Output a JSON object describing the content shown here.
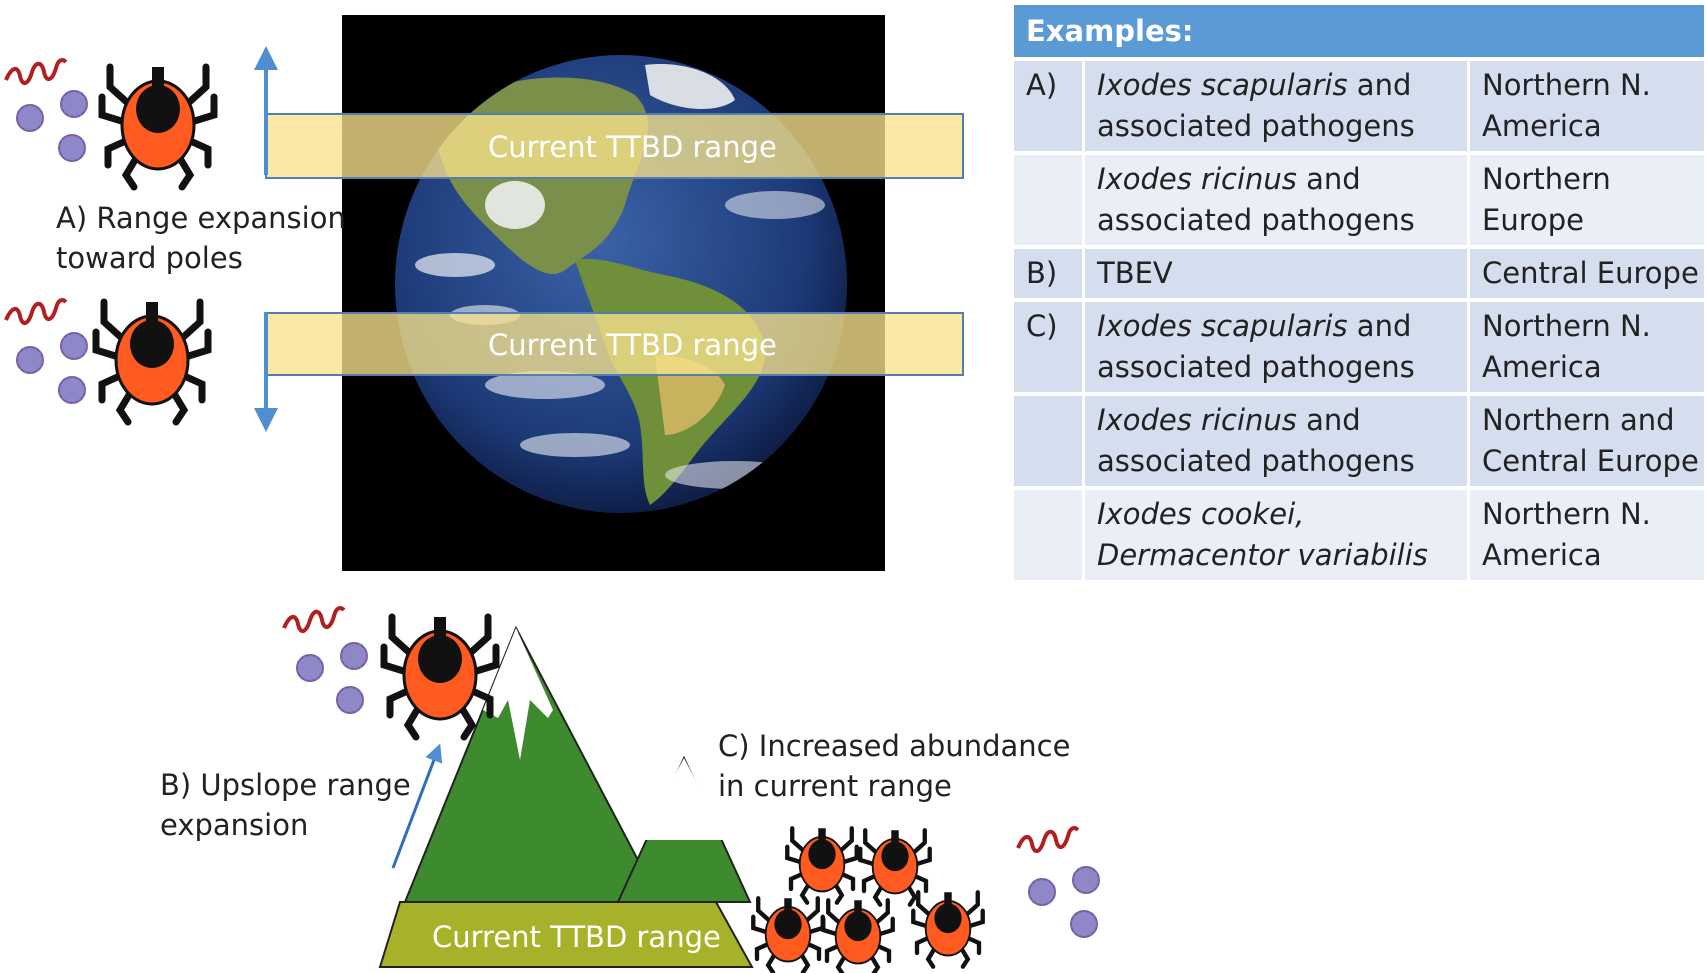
{
  "band_label": "Current TTBD range",
  "labels": {
    "a": "A) Range expansion\ntoward poles",
    "b": "B) Upslope range\nexpansion",
    "c": "C) Increased abundance\nin current range"
  },
  "table": {
    "header": "Examples:",
    "rows": [
      {
        "letter": "A)",
        "italic": "Ixodes scapularis",
        "rest": " and associated pathogens",
        "region": "Northern N. America"
      },
      {
        "letter": "",
        "italic": "Ixodes ricinus",
        "rest": " and associated pathogens",
        "region": "Northern Europe"
      },
      {
        "letter": "B)",
        "italic": "",
        "rest": "TBEV",
        "region": "Central Europe"
      },
      {
        "letter": "C)",
        "italic": "Ixodes scapularis",
        "rest": " and associated pathogens",
        "region": "Northern N. America"
      },
      {
        "letter": "",
        "italic": "Ixodes ricinus",
        "rest": " and associated pathogens",
        "region": "Northern and Central Europe"
      },
      {
        "letter": "",
        "italic": "Ixodes cookei, Dermacentor variabilis",
        "rest": "",
        "region": "Northern N. America"
      }
    ]
  },
  "colors": {
    "tick_body": "#ff5a1f",
    "tick_shield": "#111111",
    "mountain": "#3d8b2e",
    "base_band": "#a8b12a",
    "arrow": "#4f8ed0",
    "header": "#5b9bd5",
    "spirochete": "#b02020",
    "virus": "#8e88c8"
  }
}
